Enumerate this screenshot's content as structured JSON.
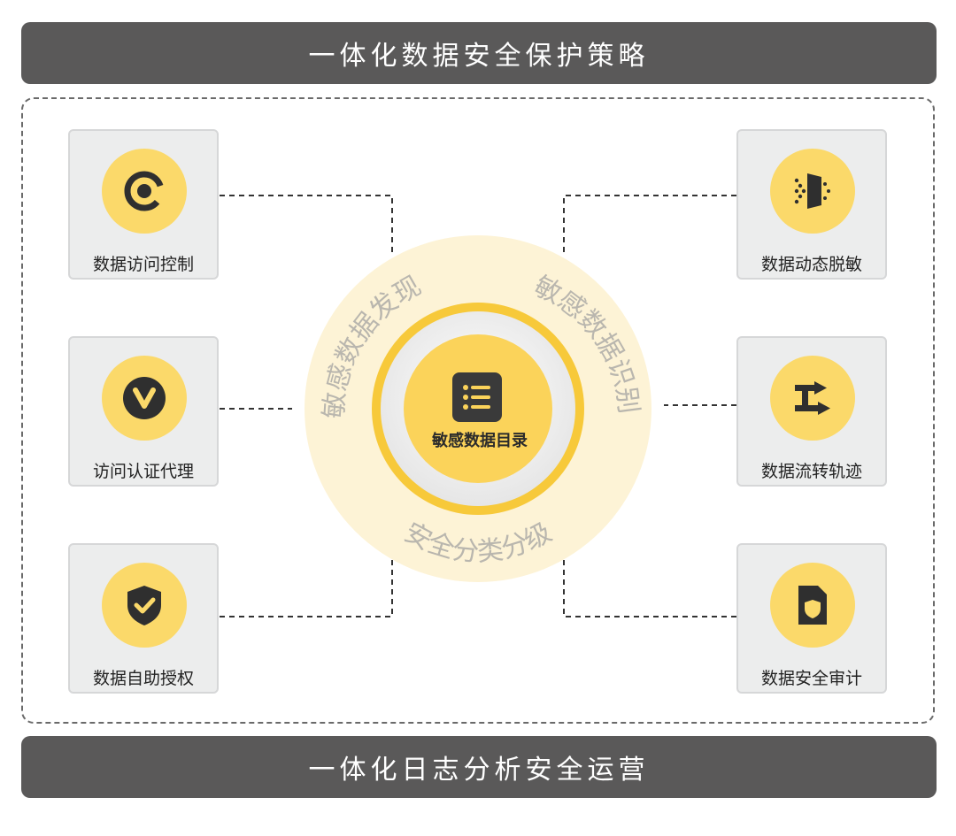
{
  "header": {
    "title": "一体化数据安全保护策略"
  },
  "footer": {
    "title": "一体化日志分析安全运营"
  },
  "left_cards": [
    {
      "label": "数据访问控制",
      "icon": "at-sign-icon"
    },
    {
      "label": "访问认证代理",
      "icon": "v-badge-icon"
    },
    {
      "label": "数据自助授权",
      "icon": "shield-check-icon"
    }
  ],
  "right_cards": [
    {
      "label": "数据动态脱敏",
      "icon": "masking-door-icon"
    },
    {
      "label": "数据流转轨迹",
      "icon": "flow-arrows-icon"
    },
    {
      "label": "数据安全审计",
      "icon": "document-shield-icon"
    }
  ],
  "center": {
    "label": "敏感数据目录",
    "icon": "list-icon",
    "ring_labels": [
      "敏感数据发现",
      "敏感数据识别",
      "安全分类分级"
    ]
  },
  "colors": {
    "accent": "#f7c93a",
    "accent_light": "#fbd96a",
    "ring_outer": "#fdf3d6",
    "banner": "#5a5959"
  }
}
